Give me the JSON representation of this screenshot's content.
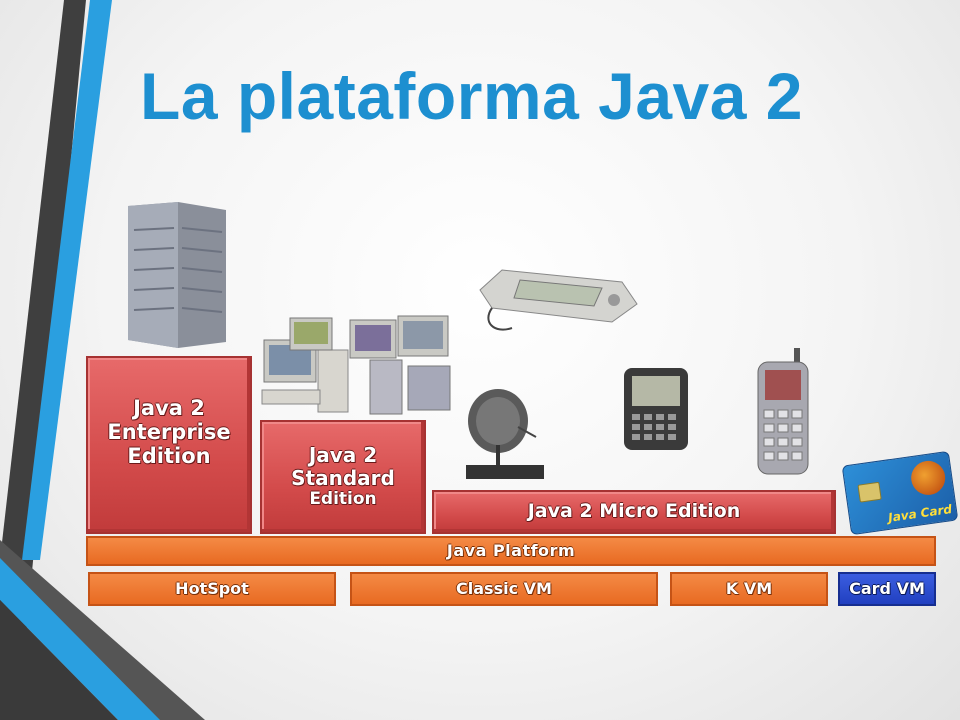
{
  "slide": {
    "title": "La plataforma Java 2"
  },
  "diagram": {
    "editions": {
      "enterprise": [
        "Java 2",
        "Enterprise",
        "Edition"
      ],
      "standard": [
        "Java 2",
        "Standard",
        "Edition"
      ],
      "micro": "Java 2 Micro Edition"
    },
    "platform": "Java Platform",
    "vms": [
      "HotSpot",
      "Classic VM",
      "K VM",
      "Card VM"
    ],
    "devices": [
      "server-icon",
      "desktop-computers-icon",
      "satellite-dish-icon",
      "handheld-pda-icon",
      "pager-icon",
      "mobile-phone-icon",
      "java-card-icon"
    ],
    "card_label": "Java Card"
  },
  "colors": {
    "title": "#1d8fd0",
    "edition_red": "#d34b4b",
    "platform_orange": "#e86a22",
    "card_vm_blue": "#2140c0",
    "deco_blue": "#2a9fe0",
    "deco_gray": "#444444"
  }
}
